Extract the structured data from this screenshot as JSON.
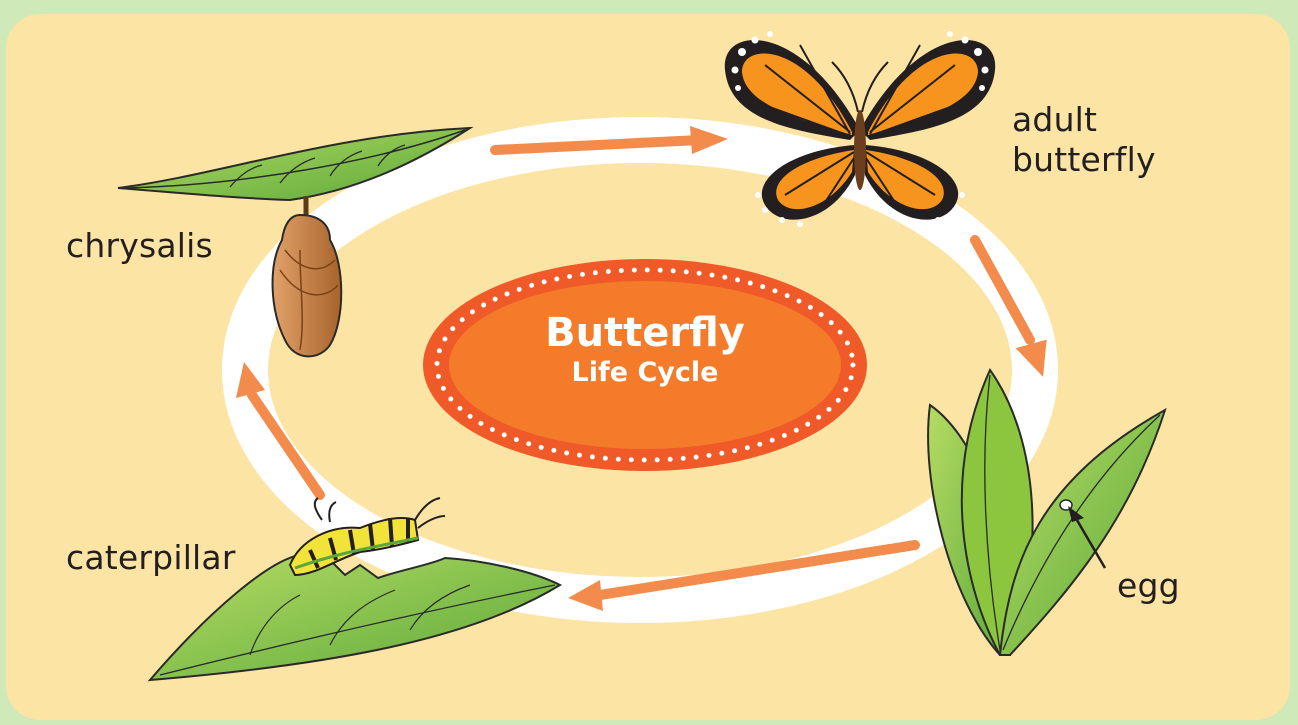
{
  "title": {
    "line1": "Butterfly",
    "line2": "Life Cycle"
  },
  "stages": {
    "adult": "adult\nbutterfly",
    "egg": "egg",
    "caterpillar": "caterpillar",
    "chrysalis": "chrysalis"
  },
  "colors": {
    "background": "#fbe4a4",
    "ring": "#ffffff",
    "arrow": "#f28b4c",
    "center": "#f37b2a",
    "leaf": "#7cc243"
  }
}
